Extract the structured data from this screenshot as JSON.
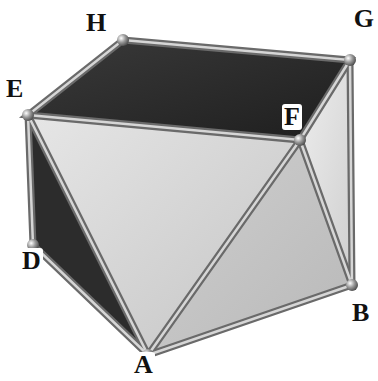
{
  "diagram": {
    "labels": [
      "H",
      "G",
      "E",
      "F",
      "D",
      "B",
      "A"
    ]
  }
}
